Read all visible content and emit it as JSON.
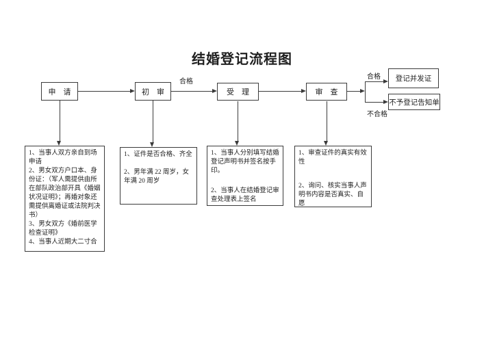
{
  "title": "结婚登记流程图",
  "colors": {
    "line": "#3a3a3a",
    "text": "#1f1f1f",
    "background": "#ffffff"
  },
  "flow": {
    "steps": [
      {
        "id": "apply",
        "label": "申　请"
      },
      {
        "id": "initial-review",
        "label": "初　审"
      },
      {
        "id": "accept",
        "label": "受　理"
      },
      {
        "id": "review",
        "label": "审　查"
      }
    ],
    "edge_labels": {
      "pass_initial": "合格",
      "pass_final": "合格",
      "fail_final": "不合格"
    },
    "outcomes": [
      {
        "id": "register",
        "label": "登记并发证"
      },
      {
        "id": "reject-notice",
        "label": "不予登记告知单"
      }
    ]
  },
  "details": [
    {
      "items": [
        "1、当事人双方亲自到场申请",
        "2、男女双方户口本、身份证：（军人需提供由所在部队政治部开具《婚姻状况证明》；再婚对象还需提供离婚证或法院判决书）",
        "3、男女双方《婚前医学检查证明》",
        "4、当事人近期大二寸合"
      ]
    },
    {
      "items": [
        "1、证件是否合格、齐全",
        "2、男年满 22 周岁，女年满 20 周岁"
      ]
    },
    {
      "items": [
        "1、当事人分别填写结婚登记声明书并签名按手印。",
        "2、当事人在结婚登记审查处理表上签名"
      ]
    },
    {
      "items": [
        "1、审查证件的真实有效性",
        "2、询问、核实当事人声明书内容是否真实、自愿"
      ]
    }
  ]
}
